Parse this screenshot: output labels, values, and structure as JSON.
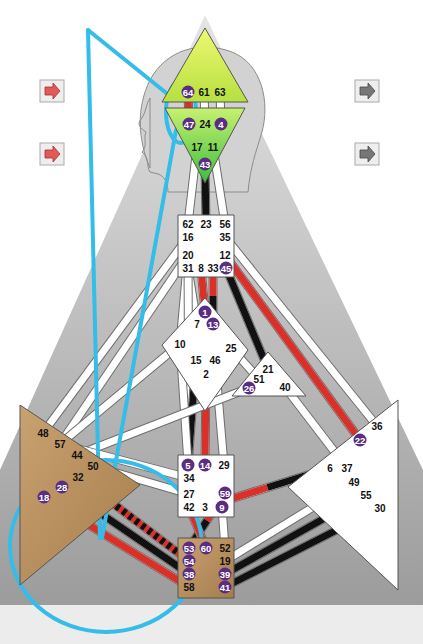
{
  "diagram": {
    "nodes": [
      {
        "text": [
          "64",
          "61",
          "63"
        ]
      },
      {
        "text": [
          "47",
          "24",
          "4",
          "17",
          "11",
          "43"
        ]
      },
      {
        "text": [
          "62",
          "23",
          "56",
          "16",
          "35",
          "20",
          "12",
          "31",
          "8",
          "33",
          "45"
        ]
      },
      {
        "text": [
          "1",
          "7",
          "13",
          "10",
          "25",
          "15",
          "46",
          "2"
        ]
      },
      {
        "text": [
          "21",
          "51",
          "26",
          "40"
        ]
      },
      {
        "text": [
          "48",
          "57",
          "44",
          "50",
          "32",
          "28",
          "18"
        ]
      },
      {
        "text": [
          "36",
          "22",
          "6",
          "37",
          "49",
          "55",
          "30"
        ]
      },
      {
        "text": [
          "5",
          "14",
          "29",
          "34",
          "27",
          "59",
          "42",
          "3",
          "9"
        ]
      },
      {
        "text": [
          "53",
          "60",
          "52",
          "54",
          "19",
          "38",
          "39",
          "58",
          "41"
        ]
      }
    ],
    "edges": [
      {
        "from": 0,
        "to": 1,
        "arrow": "none"
      },
      {
        "from": 0,
        "to": 1,
        "arrow": "none"
      },
      {
        "from": 0,
        "to": 1,
        "arrow": "none"
      },
      {
        "from": 1,
        "to": 2,
        "arrow": "none"
      },
      {
        "from": 1,
        "to": 2,
        "arrow": "none"
      },
      {
        "from": 1,
        "to": 2,
        "arrow": "none"
      },
      {
        "from": 2,
        "to": 3,
        "arrow": "none"
      },
      {
        "from": 2,
        "to": 3,
        "arrow": "none"
      },
      {
        "from": 2,
        "to": 3,
        "arrow": "none"
      },
      {
        "from": 2,
        "to": 3,
        "arrow": "none"
      },
      {
        "from": 2,
        "to": 7,
        "arrow": "none"
      },
      {
        "from": 2,
        "to": 5,
        "arrow": "none"
      },
      {
        "from": 2,
        "to": 5,
        "arrow": "none"
      },
      {
        "from": 2,
        "to": 4,
        "arrow": "none"
      },
      {
        "from": 2,
        "to": 6,
        "arrow": "none"
      },
      {
        "from": 2,
        "to": 6,
        "arrow": "none"
      },
      {
        "from": 3,
        "to": 4,
        "arrow": "none"
      },
      {
        "from": 3,
        "to": 7,
        "arrow": "none"
      },
      {
        "from": 3,
        "to": 7,
        "arrow": "none"
      },
      {
        "from": 3,
        "to": 7,
        "arrow": "none"
      },
      {
        "from": 3,
        "to": 5,
        "arrow": "none"
      },
      {
        "from": 3,
        "to": 7,
        "arrow": "none"
      },
      {
        "from": 4,
        "to": 5,
        "arrow": "none"
      },
      {
        "from": 4,
        "to": 6,
        "arrow": "none"
      },
      {
        "from": 5,
        "to": 7,
        "arrow": "none"
      },
      {
        "from": 5,
        "to": 7,
        "arrow": "none"
      },
      {
        "from": 5,
        "to": 8,
        "arrow": "none"
      },
      {
        "from": 5,
        "to": 8,
        "arrow": "none"
      },
      {
        "from": 5,
        "to": 8,
        "arrow": "none"
      },
      {
        "from": 7,
        "to": 6,
        "arrow": "none"
      },
      {
        "from": 7,
        "to": 8,
        "arrow": "none"
      },
      {
        "from": 7,
        "to": 8,
        "arrow": "none"
      },
      {
        "from": 7,
        "to": 8,
        "arrow": "none"
      },
      {
        "from": 6,
        "to": 8,
        "arrow": "none"
      },
      {
        "from": 6,
        "to": 8,
        "arrow": "none"
      },
      {
        "from": 6,
        "to": 8,
        "arrow": "none"
      }
    ]
  }
}
